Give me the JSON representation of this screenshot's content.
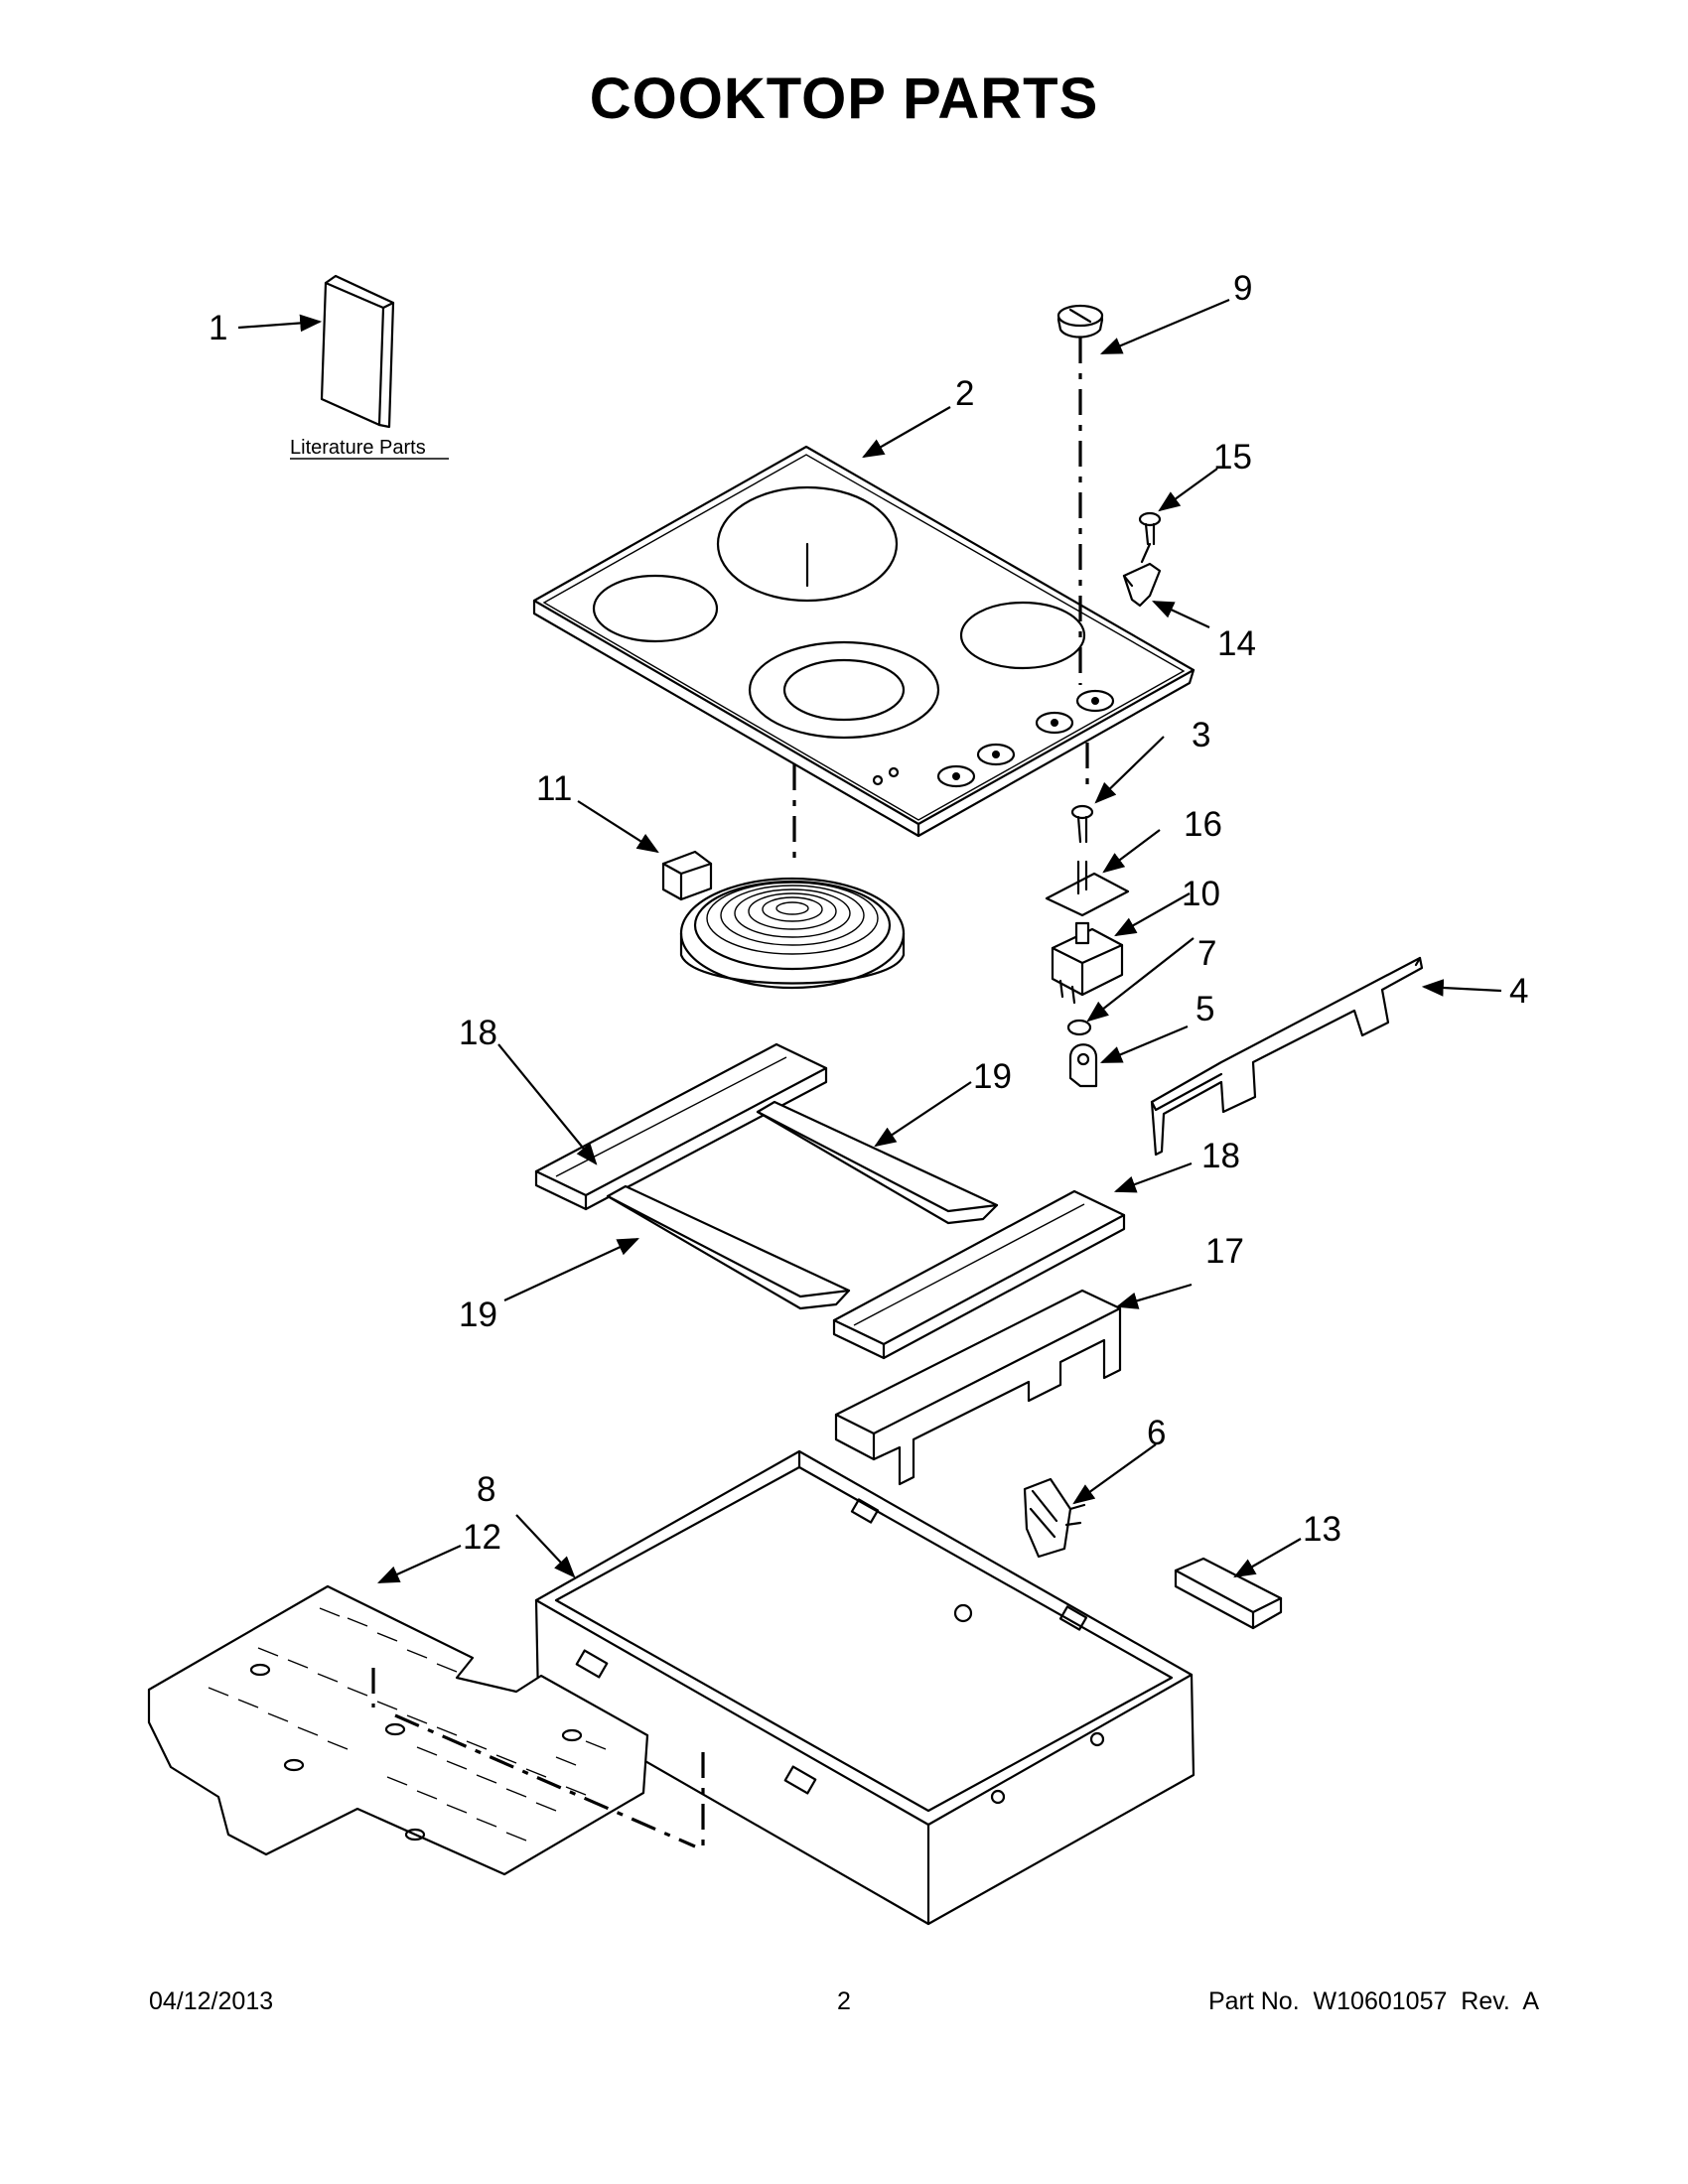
{
  "page": {
    "title": "COOKTOP PARTS",
    "literature_label": "Literature Parts",
    "footer": {
      "date": "04/12/2013",
      "page_number": "2",
      "part_number": "Part No.  W10601057  Rev.  A"
    }
  },
  "callouts": [
    {
      "id": "1",
      "label": "1"
    },
    {
      "id": "2",
      "label": "2"
    },
    {
      "id": "3",
      "label": "3"
    },
    {
      "id": "4",
      "label": "4"
    },
    {
      "id": "5",
      "label": "5"
    },
    {
      "id": "6",
      "label": "6"
    },
    {
      "id": "7",
      "label": "7"
    },
    {
      "id": "8",
      "label": "8"
    },
    {
      "id": "9",
      "label": "9"
    },
    {
      "id": "10",
      "label": "10"
    },
    {
      "id": "11",
      "label": "11"
    },
    {
      "id": "12",
      "label": "12"
    },
    {
      "id": "13",
      "label": "13"
    },
    {
      "id": "14",
      "label": "14"
    },
    {
      "id": "15",
      "label": "15"
    },
    {
      "id": "16",
      "label": "16"
    },
    {
      "id": "17",
      "label": "17"
    },
    {
      "id": "18a",
      "label": "18"
    },
    {
      "id": "18b",
      "label": "18"
    },
    {
      "id": "19a",
      "label": "19"
    },
    {
      "id": "19b",
      "label": "19"
    }
  ]
}
